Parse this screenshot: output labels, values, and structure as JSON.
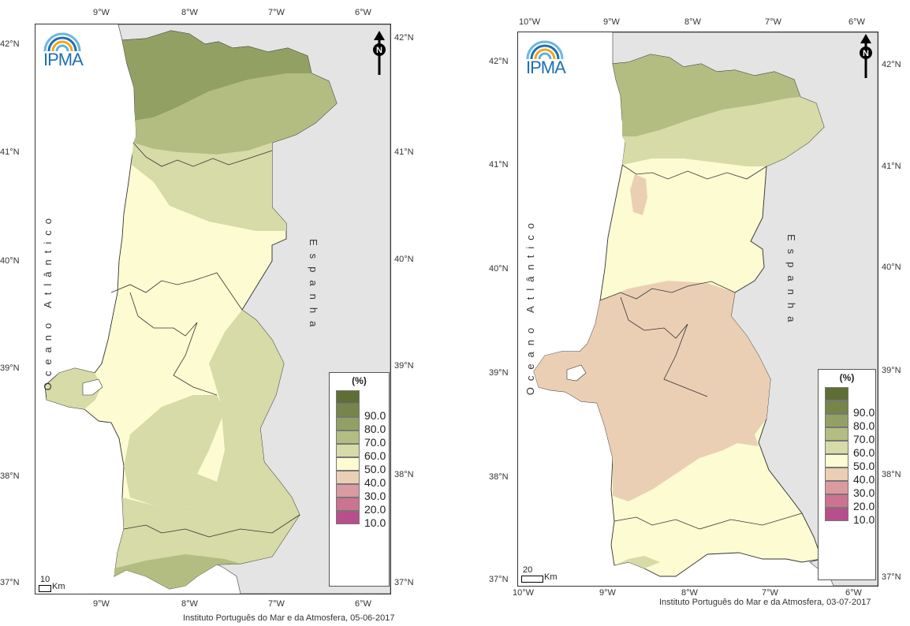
{
  "legend_unit": "(%)",
  "legend_values": [
    "90.0",
    "80.0",
    "70.0",
    "60.0",
    "50.0",
    "40.0",
    "30.0",
    "20.0",
    "10.0"
  ],
  "legend_colors": [
    "#5f6e35",
    "#77854a",
    "#93a064",
    "#b3bd82",
    "#d6dba7",
    "#fcfbd2",
    "#ebcfb4",
    "#d99aa0",
    "#cc7391",
    "#b94e8c"
  ],
  "sea_label": "Oceano Atlântico",
  "land_label": "Espanha",
  "logo_text": "IPMA",
  "maps": [
    {
      "id": "map1",
      "lon_ticks": [
        "9°W",
        "8°W",
        "7°W",
        "6°W"
      ],
      "bottom_lon_ticks": [
        "9°W",
        "8°W",
        "7°W",
        "6°W"
      ],
      "lat_ticks": [
        "42°N",
        "41°N",
        "40°N",
        "39°N",
        "38°N",
        "37°N"
      ],
      "scale_value": "10",
      "scale_unit": "Km",
      "credit": "Instituto Português do Mar e da Atmosfera, 05-06-2017"
    },
    {
      "id": "map2",
      "lon_ticks": [
        "10°W",
        "9°W",
        "8°W",
        "7°W",
        "6°W"
      ],
      "bottom_lon_ticks": [
        "10°W",
        "9°W",
        "8°W",
        "7°W",
        "6°W"
      ],
      "lat_ticks": [
        "42°N",
        "41°N",
        "40°N",
        "39°N",
        "38°N",
        "37°N"
      ],
      "scale_value": "20",
      "scale_unit": "Km",
      "credit": "Instituto Português do Mar e da Atmosfera, 03-07-2017"
    }
  ]
}
